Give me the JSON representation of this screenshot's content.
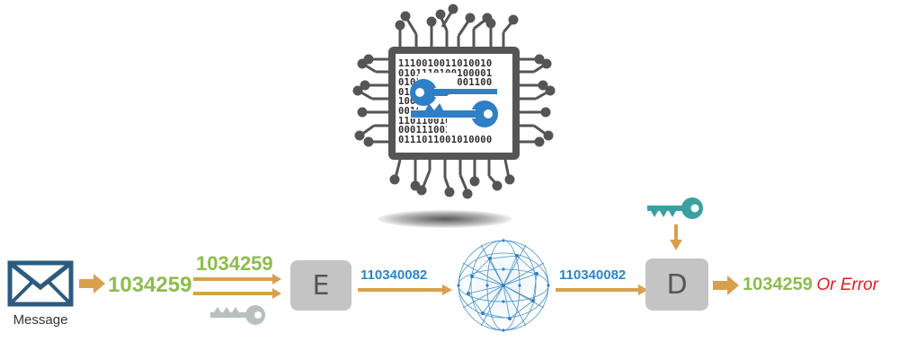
{
  "chip": {
    "binary_rows": [
      "1110010011010010",
      "0101110100100001",
      "0101000111001100",
      "0110010101101010",
      "1001010110010110",
      "0010011010101011",
      "1101100100010000",
      "0001110011100010",
      "0111011001010000"
    ]
  },
  "message": {
    "label": "Message"
  },
  "plaintext": "1034259",
  "plaintext_top": "1034259",
  "encrypt": {
    "label": "E"
  },
  "ciphertext_in": "110340082",
  "ciphertext_out": "110340082",
  "decrypt": {
    "label": "D"
  },
  "output": {
    "value": "1034259",
    "error_text": "Or Error"
  },
  "colors": {
    "green": "#8cbd4c",
    "blue": "#2a86c9",
    "arrow": "#d8a04e",
    "box": "#c4c4c4",
    "chip": "#555555",
    "key_blue": "#2f7fc6",
    "key_teal": "#3aa0a0",
    "key_gray": "#b8c0c0",
    "error": "#e31b1b"
  }
}
